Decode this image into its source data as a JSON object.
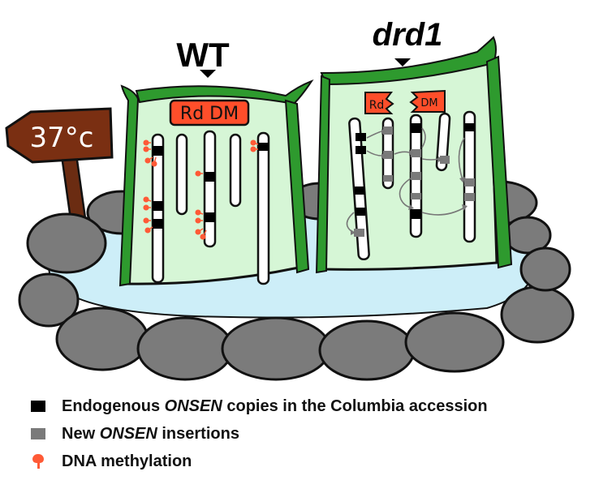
{
  "labels": {
    "wt": "WT",
    "mutant": "drd1",
    "temperature": "37°c",
    "rddm_full": "Rd DM",
    "rddm_left": "Rd",
    "rddm_right": "DM"
  },
  "legend": {
    "endogenous": {
      "pre": "Endogenous ",
      "em": "ONSEN",
      "post": " copies in the Columbia accession"
    },
    "new": {
      "pre": "New ",
      "em": "ONSEN",
      "post": " insertions"
    },
    "methylation": {
      "label": "DNA methylation"
    }
  },
  "colors": {
    "stem": "#2e9a2e",
    "cell": "#d6f6d6",
    "water": "#cdeef8",
    "rock": "#7b7b7b",
    "rddm": "#ff4e2a",
    "sign": "#7a2f12",
    "endogenous": "#000000",
    "new_insertion": "#7a7a7a",
    "methylation": "#ff5a36"
  },
  "icons": [
    "sign-icon",
    "rock-icon",
    "pin-icon",
    "arrow-icon"
  ]
}
